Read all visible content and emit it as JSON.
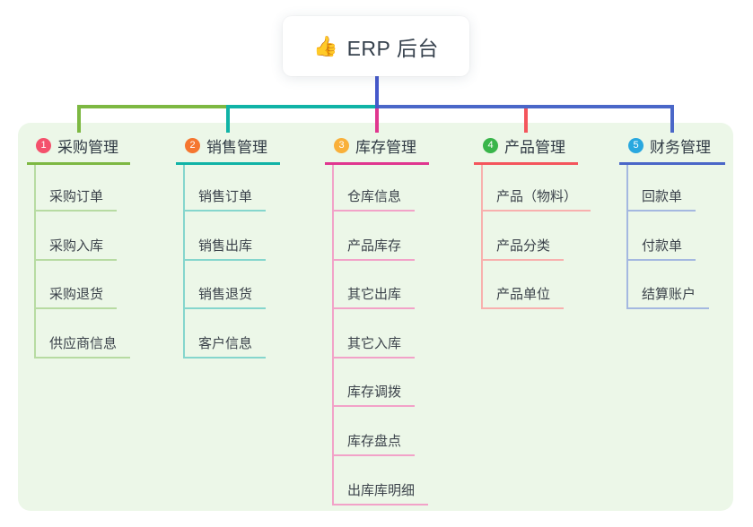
{
  "root": {
    "icon": "👍",
    "label": "ERP 后台"
  },
  "colors": {
    "panel_bg": "#ecf7e8",
    "root_connector": "#4558cb"
  },
  "branches": [
    {
      "number": "1",
      "label": "采购管理",
      "badge_color": "#f4516c",
      "line_color": "#7db842",
      "child_line_color": "#b7dba2",
      "children": [
        "采购订单",
        "采购入库",
        "采购退货",
        "供应商信息"
      ]
    },
    {
      "number": "2",
      "label": "销售管理",
      "badge_color": "#f5762f",
      "line_color": "#10b3a6",
      "child_line_color": "#85d6cd",
      "children": [
        "销售订单",
        "销售出库",
        "销售退货",
        "客户信息"
      ]
    },
    {
      "number": "3",
      "label": "库存管理",
      "badge_color": "#f9b03a",
      "line_color": "#e0368f",
      "child_line_color": "#f2a2c8",
      "children": [
        "仓库信息",
        "产品库存",
        "其它出库",
        "其它入库",
        "库存调拨",
        "库存盘点",
        "出库库明细"
      ]
    },
    {
      "number": "4",
      "label": "产品管理",
      "badge_color": "#39b54a",
      "line_color": "#f4555c",
      "child_line_color": "#f8b0ae",
      "children": [
        "产品（物料）",
        "产品分类",
        "产品单位"
      ]
    },
    {
      "number": "5",
      "label": "财务管理",
      "badge_color": "#29a8df",
      "line_color": "#4a67c8",
      "child_line_color": "#a4b8e0",
      "children": [
        "回款单",
        "付款单",
        "结算账户"
      ]
    }
  ]
}
